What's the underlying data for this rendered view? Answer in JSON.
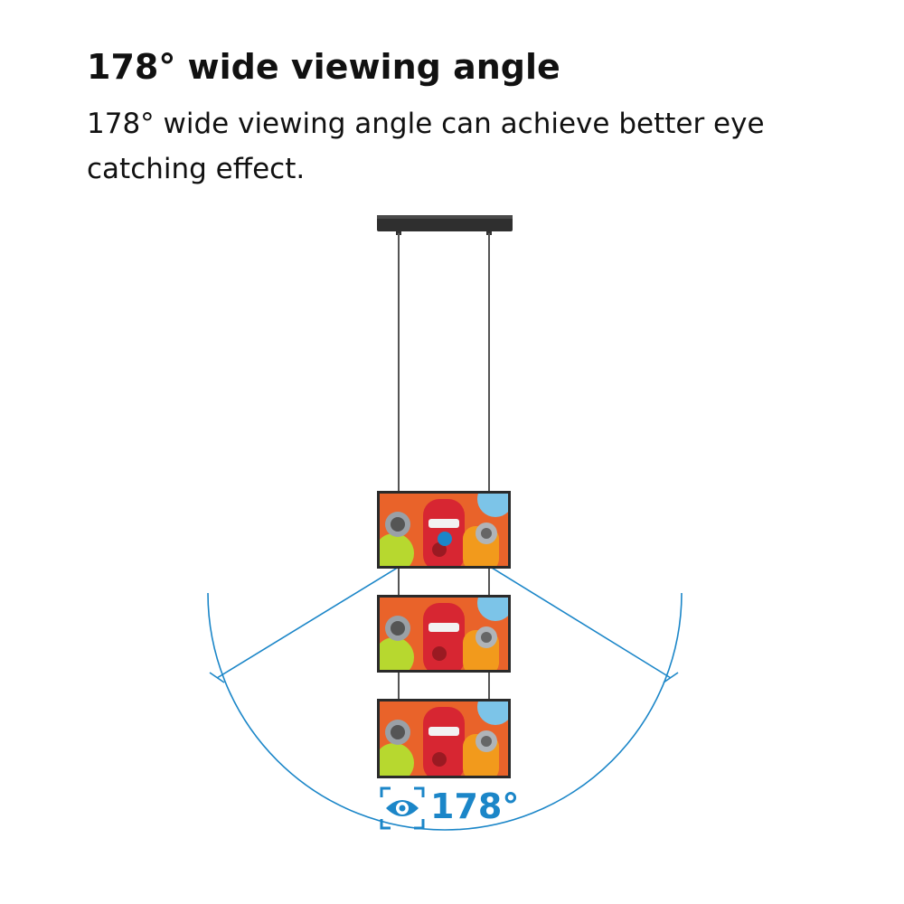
{
  "heading": "178° wide viewing angle",
  "description": "178° wide viewing angle can achieve better eye catching effect.",
  "angle_badge": {
    "value": "178°",
    "icon": "eye-icon"
  },
  "colors": {
    "accent": "#1b86c8",
    "frame": "#2a2a2a",
    "cable": "#555555",
    "screen_bg": "#e9632a"
  }
}
